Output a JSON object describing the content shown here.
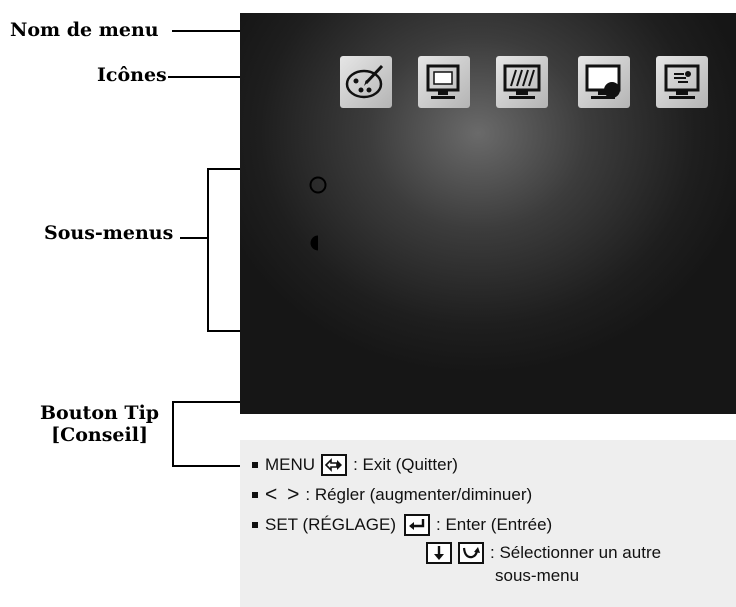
{
  "callouts": {
    "menu_name": "Nom de menu",
    "icons": "Icônes",
    "submenus": "Sous-menus",
    "tip_button_line1": "Bouton Tip",
    "tip_button_line2": "[Conseil]"
  },
  "osd": {
    "background": "#1e1e1e",
    "icons": [
      "palette-icon",
      "monitor-size-icon",
      "grid-adjust-icon",
      "picture-icon",
      "presentation-icon"
    ]
  },
  "tips": {
    "menu_key": "MENU",
    "menu_action": ": Exit (Quitter)",
    "adjust_keys": "< >",
    "adjust_action": ": Régler (augmenter/diminuer)",
    "set_key": "SET (RÉGLAGE)",
    "set_action": ": Enter (Entrée)",
    "select_action_line1": ": Sélectionner un autre",
    "select_action_line2": "sous-menu"
  }
}
